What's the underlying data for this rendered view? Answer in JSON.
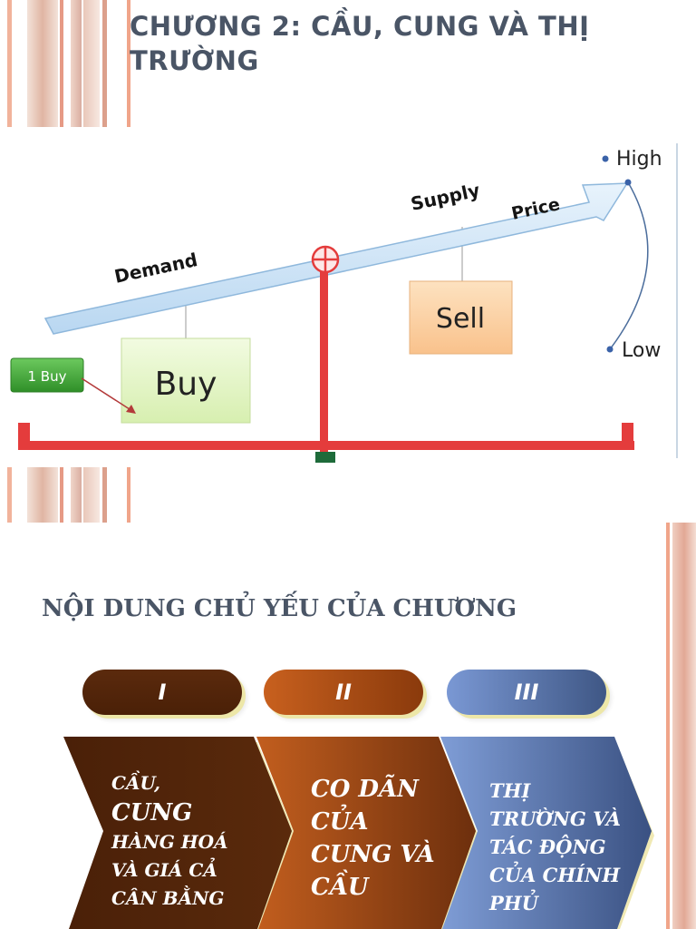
{
  "slide1": {
    "title_line1": "CHƯƠNG 2: CẦU, CUNG VÀ THỊ",
    "title_line2": "TRƯỜNG",
    "image": {
      "demand_label": "Demand",
      "supply_label": "Supply",
      "price_label": "Price",
      "high_label": "High",
      "low_label": "Low",
      "buy_box_label": "Buy",
      "sell_box_label": "Sell",
      "buy_tag_label": "1 Buy"
    },
    "colors": {
      "arrow": "#cfe4f7",
      "buy_box": "#e4f5c4",
      "sell_box": "#fcd6a9",
      "beam": "#e43c3c",
      "tag": "#3aa532"
    }
  },
  "slide2": {
    "title": "NỘI DUNG CHỦ YẾU CỦA CHƯƠNG",
    "pills": [
      {
        "label": "I"
      },
      {
        "label": "II"
      },
      {
        "label": "III"
      }
    ],
    "chevrons": [
      {
        "lines": [
          "CẦU,",
          "CUNG",
          "HÀNG HOÁ",
          "VÀ GIÁ CẢ",
          "CÂN BẰNG"
        ]
      },
      {
        "lines": [
          "CO DÃN",
          "CỦA",
          "CUNG VÀ",
          "CẦU"
        ]
      },
      {
        "lines": [
          "THỊ",
          "TRƯỜNG VÀ",
          "TÁC ĐỘNG",
          "CỦA CHÍNH",
          "PHỦ"
        ]
      }
    ],
    "colors": {
      "chevron1": "#4a2008",
      "chevron2": "#8a3c10",
      "chevron3": "#3f5684"
    }
  }
}
